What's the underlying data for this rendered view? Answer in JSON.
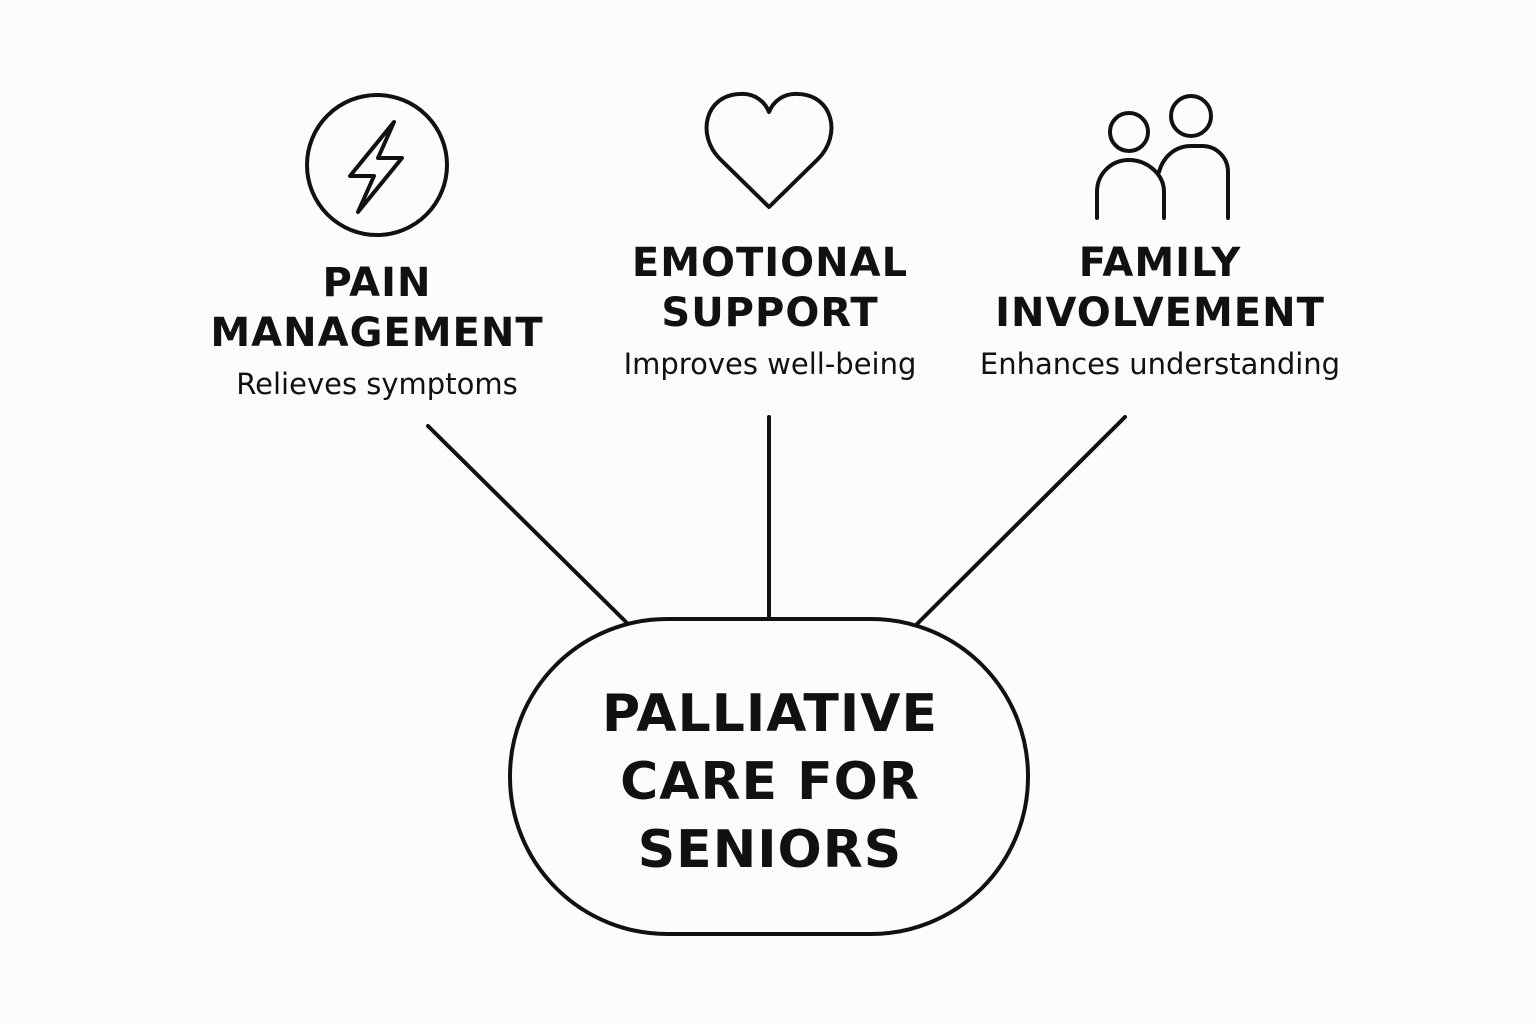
{
  "center": {
    "lines": [
      "PALLIATIVE",
      "CARE FOR",
      "SENIORS"
    ]
  },
  "branches": [
    {
      "icon": "lightning-circle-icon",
      "title_lines": [
        "PAIN",
        "MANAGEMENT"
      ],
      "subtitle": "Relieves symptoms"
    },
    {
      "icon": "heart-icon",
      "title_lines": [
        "EMOTIONAL",
        "SUPPORT"
      ],
      "subtitle": "Improves well-being"
    },
    {
      "icon": "family-icon",
      "title_lines": [
        "FAMILY",
        "INVOLVEMENT"
      ],
      "subtitle": "Enhances understanding"
    }
  ],
  "colors": {
    "background": "#fcfcfa",
    "stroke": "#111111",
    "text": "#111111"
  }
}
